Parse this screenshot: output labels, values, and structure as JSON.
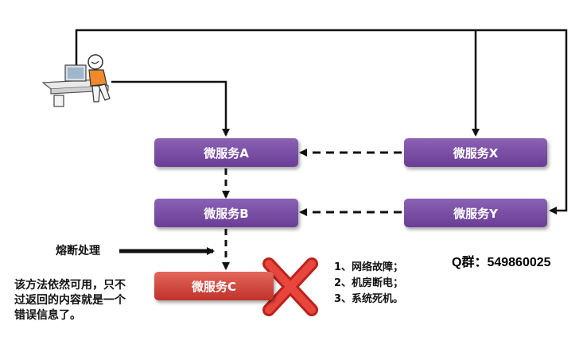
{
  "nodes": {
    "a": {
      "label": "微服务A",
      "color": "#7b4fa6"
    },
    "b": {
      "label": "微服务B",
      "color": "#7b4fa6"
    },
    "c": {
      "label": "微服务C",
      "color": "#d0463c"
    },
    "x": {
      "label": "微服务X",
      "color": "#7b4fa6"
    },
    "y": {
      "label": "微服务Y",
      "color": "#7b4fa6"
    }
  },
  "fuse_label": "熔断处理",
  "failure_reasons": [
    "1、网络故障；",
    "2、机房断电；",
    "3、系统死机。"
  ],
  "note_line1": "该方法依然可用，只不",
  "note_line2": "过返回的内容就是一个",
  "note_line3": "错误信息了。",
  "qq_group": "Q群：549860025",
  "icons": {
    "user": "user-at-computer-icon",
    "failure": "red-x-icon"
  }
}
